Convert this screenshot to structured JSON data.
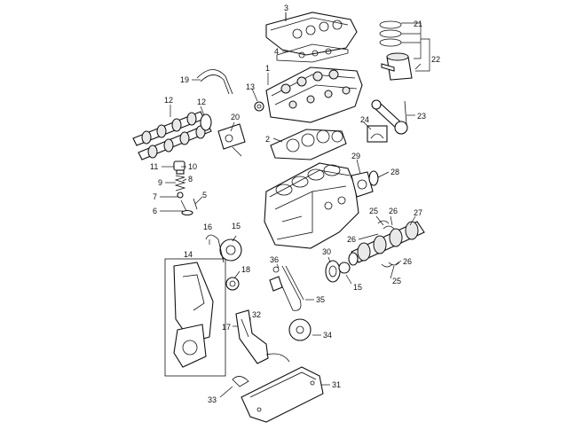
{
  "callouts": {
    "c1": "1",
    "c2": "2",
    "c3": "3",
    "c4": "4",
    "c5": "5",
    "c6": "6",
    "c7": "7",
    "c8": "8",
    "c9": "9",
    "c10": "10",
    "c11": "11",
    "c12": "12",
    "c13": "13",
    "c14": "14",
    "c15a": "15",
    "c15b": "15",
    "c16": "16",
    "c17": "17",
    "c18": "18",
    "c19": "19",
    "c20": "20",
    "c21": "21",
    "c22": "22",
    "c23": "23",
    "c24": "24",
    "c25a": "25",
    "c25b": "25",
    "c26a": "26",
    "c26b": "26",
    "c26c": "26",
    "c27": "27",
    "c28": "28",
    "c29": "29",
    "c30": "30",
    "c31": "31",
    "c32": "32",
    "c33": "33",
    "c34": "34",
    "c35": "35",
    "c36": "36"
  },
  "colors": {
    "line": "#111111",
    "fill": "#e9e9e9",
    "background": "#ffffff"
  },
  "icons": [
    "engine-block-icon",
    "cylinder-head-icon",
    "crankshaft-icon",
    "oil-pan-icon",
    "timing-belt-icon"
  ]
}
